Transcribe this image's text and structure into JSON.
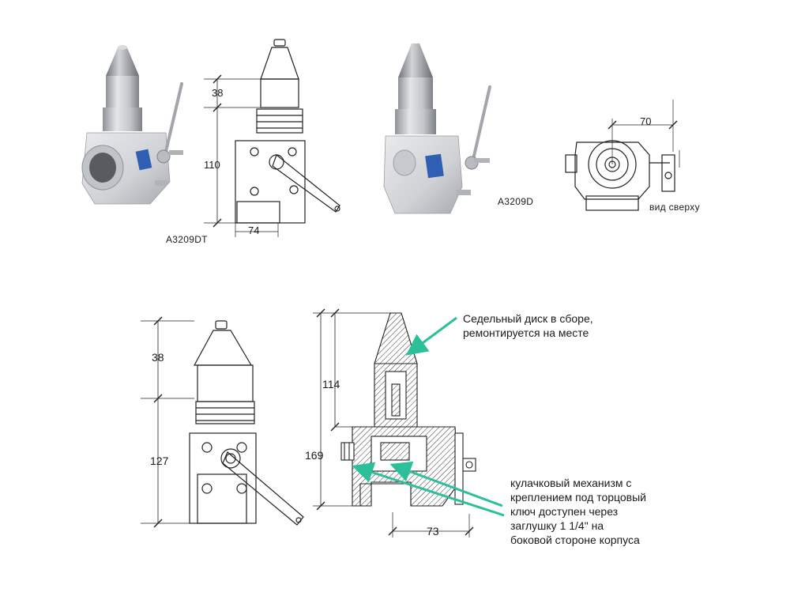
{
  "colors": {
    "arrow": "#2bbf9a",
    "line": "#222222",
    "metal": "#c9cbcf",
    "metal_dark": "#8d9096",
    "tag": "#2f5fb3"
  },
  "top": {
    "photo_left_caption": "A3209DT",
    "photo_right_caption": "A3209D",
    "top_view_caption": "вид сверху",
    "dim_38": "38",
    "dim_110": "110",
    "dim_74": "74",
    "dim_70": "70"
  },
  "bottom": {
    "dim_38": "38",
    "dim_127": "127",
    "dim_114": "114",
    "dim_169": "169",
    "dim_73": "73",
    "callout_seat": {
      "line1": "Седельный диск в сборе,",
      "line2": "ремонтируется на месте"
    },
    "callout_cam": {
      "line1": "кулачковый механизм с",
      "line2": "креплением под торцовый",
      "line3": "ключ доступен через",
      "line4": "заглушку 1 1/4\" на",
      "line5": "боковой стороне корпуса"
    }
  }
}
